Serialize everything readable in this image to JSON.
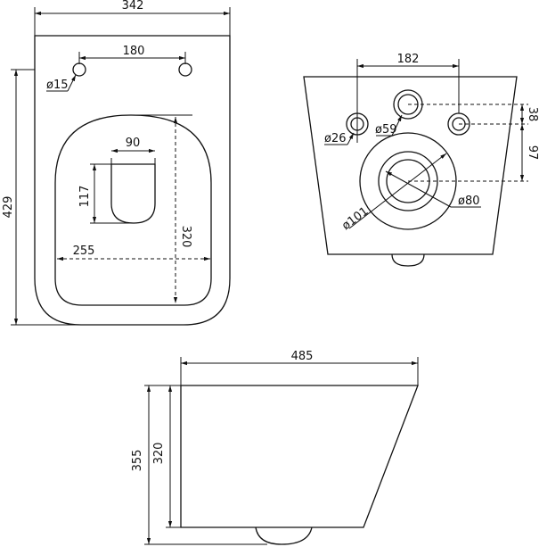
{
  "top_view": {
    "width_dim": "342",
    "length_dim": "429",
    "hole_spacing_dim": "180",
    "hole_diameter_dim": "ø15",
    "bowl_opening_width_dim": "255",
    "bowl_opening_length_dim": "320",
    "drain_width_dim": "90",
    "drain_length_dim": "117"
  },
  "rear_view": {
    "bolt_spacing_dim": "182",
    "bolt_diameter_dim": "ø26",
    "inlet_diameter_dim": "ø59",
    "inlet_height_dim": "38",
    "outlet_offset_dim": "97",
    "outlet_inner_dim": "ø80",
    "outlet_outer_dim": "ø101"
  },
  "side_view": {
    "depth_dim": "485",
    "total_height_dim": "355",
    "body_height_dim": "320"
  }
}
